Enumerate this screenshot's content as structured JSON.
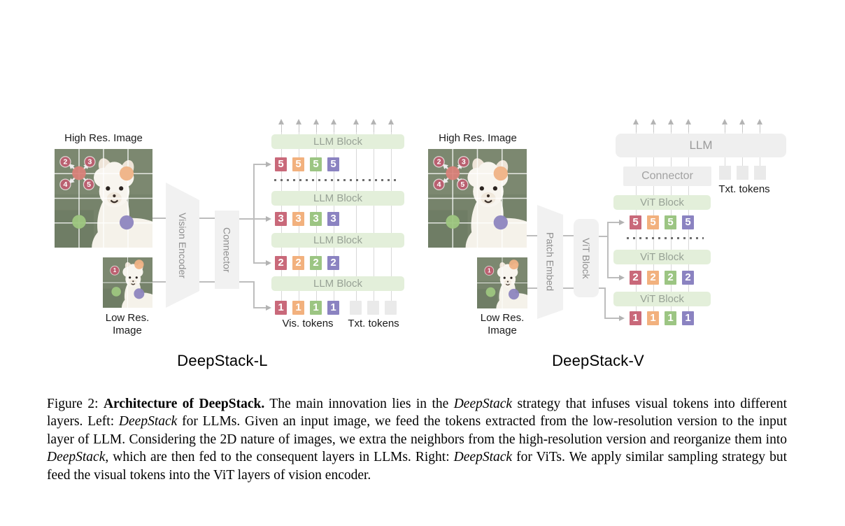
{
  "figure": {
    "left": {
      "title": "DeepStack-L",
      "high_res_label": "High Res. Image",
      "low_res_label_1": "Low Res.",
      "low_res_label_2": "Image",
      "encoder_label": "Vision Encoder",
      "connector_label": "Connector",
      "blocks": [
        "LLM Block",
        "LLM Block",
        "LLM Block",
        "LLM Block"
      ],
      "token_rows": [
        {
          "values": [
            "5",
            "5",
            "5",
            "5"
          ],
          "gray_count": 0
        },
        {
          "values": [
            "3",
            "3",
            "3",
            "3"
          ],
          "gray_count": 0
        },
        {
          "values": [
            "2",
            "2",
            "2",
            "2"
          ],
          "gray_count": 0
        },
        {
          "values": [
            "1",
            "1",
            "1",
            "1"
          ],
          "gray_count": 3
        }
      ],
      "vis_tokens_label": "Vis. tokens",
      "txt_tokens_label": "Txt. tokens"
    },
    "right": {
      "title": "DeepStack-V",
      "high_res_label": "High Res. Image",
      "low_res_label_1": "Low Res.",
      "low_res_label_2": "Image",
      "patch_embed_label": "Patch Embed",
      "vit_side_label": "ViT Block",
      "llm_label": "LLM",
      "connector_label": "Connector",
      "blocks": [
        "ViT Block",
        "ViT Block",
        "ViT Block"
      ],
      "token_rows": [
        {
          "values": [
            "5",
            "5",
            "5",
            "5"
          ],
          "gray_count": 0
        },
        {
          "values": [
            "2",
            "2",
            "2",
            "2"
          ],
          "gray_count": 0
        },
        {
          "values": [
            "1",
            "1",
            "1",
            "1"
          ],
          "gray_count": 0
        }
      ],
      "txt_tokens_label": "Txt. tokens"
    },
    "markers": {
      "m1": "1",
      "m2": "2",
      "m3": "3",
      "m4": "4",
      "m5": "5"
    },
    "palette": [
      "#c9697a",
      "#f2b17e",
      "#9cc583",
      "#8b83c1"
    ],
    "colors": {
      "block_green": "#e3efda",
      "box_gray": "#f1f1f1",
      "token_gray": "#eaeaea",
      "photo_bg": "#76836b",
      "marker_red": "#b96070",
      "marker_orange": "#efb285",
      "marker_green": "#9dc67f",
      "marker_purple": "#8d85bf"
    }
  },
  "caption": {
    "segments": [
      {
        "t": "Figure 2: ",
        "s": "r"
      },
      {
        "t": "Architecture of DeepStack.",
        "s": "b"
      },
      {
        "t": " The main innovation lies in the ",
        "s": "r"
      },
      {
        "t": "DeepStack",
        "s": "i"
      },
      {
        "t": " strategy that infuses visual tokens into different layers. Left: ",
        "s": "r"
      },
      {
        "t": "DeepStack",
        "s": "i"
      },
      {
        "t": " for LLMs. Given an input image, we feed the tokens extracted from the low-resolution version to the input layer of LLM. Considering the 2D nature of images, we extra the neighbors from the high-resolution version and reorganize them into ",
        "s": "r"
      },
      {
        "t": "DeepStack",
        "s": "i"
      },
      {
        "t": ", which are then fed to the consequent layers in LLMs. Right: ",
        "s": "r"
      },
      {
        "t": "DeepStack",
        "s": "i"
      },
      {
        "t": " for ViTs. We apply similar sampling strategy but feed the visual tokens into the ViT layers of vision encoder.",
        "s": "r"
      }
    ]
  }
}
